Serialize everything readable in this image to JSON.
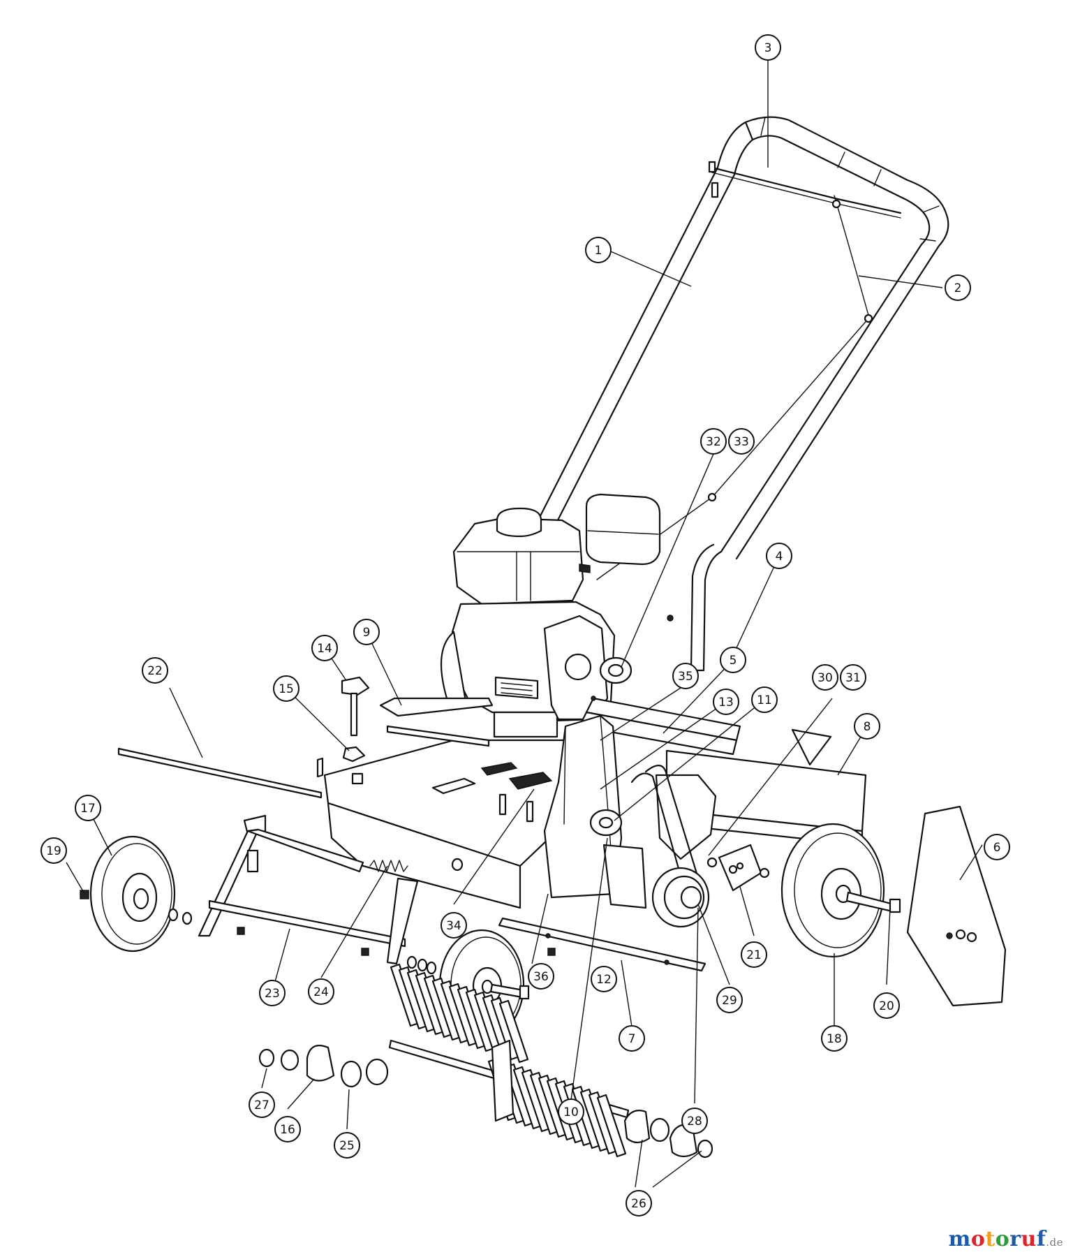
{
  "diagram": {
    "callouts": [
      "1",
      "2",
      "3",
      "4",
      "5",
      "6",
      "7",
      "8",
      "9",
      "10",
      "11",
      "12",
      "13",
      "14",
      "15",
      "16",
      "17",
      "18",
      "19",
      "20",
      "21",
      "22",
      "23",
      "24",
      "25",
      "26",
      "27",
      "28",
      "29",
      "30",
      "31",
      "32",
      "33",
      "34",
      "35",
      "36"
    ]
  },
  "watermark": {
    "letters": [
      "m",
      "o",
      "t",
      "o",
      "r",
      "u",
      "f"
    ],
    "tld": ".de"
  }
}
